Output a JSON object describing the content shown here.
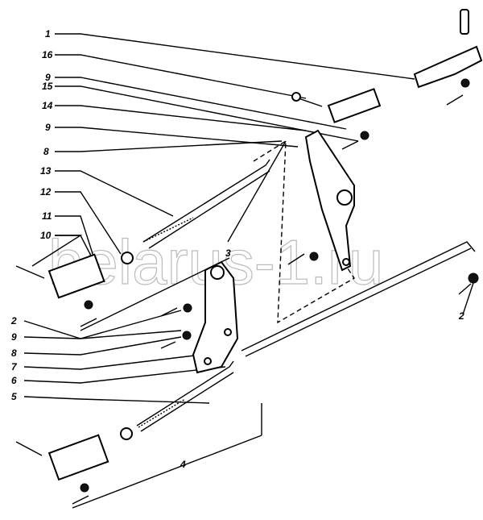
{
  "watermark": "belarus-1.ru",
  "callouts": {
    "c1": "1",
    "c16": "16",
    "c9a": "9",
    "c15": "15",
    "c14": "14",
    "c9b": "9",
    "c8a": "8",
    "c13": "13",
    "c12": "12",
    "c11": "11",
    "c10": "10",
    "c2a": "2",
    "c9c": "9",
    "c8b": "8",
    "c7": "7",
    "c6": "6",
    "c5": "5",
    "c4": "4",
    "c3": "3",
    "c2b": "2"
  }
}
